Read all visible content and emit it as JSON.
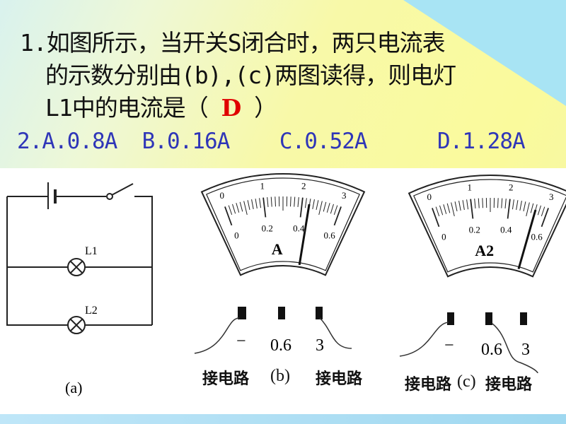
{
  "question": {
    "line1": "1.如图所示，当开关S闭合时，两只电流表",
    "line2": "的示数分别由(b),(c)两图读得，则电灯",
    "line3_pre": "L1中的电流是（ ",
    "answer": "D",
    "line3_post": " ）"
  },
  "options": {
    "line": "2.A.0.8A  B.0.16A    C.0.52A",
    "d": "D.1.28A"
  },
  "circuit": {
    "l1": "L1",
    "l2": "L2",
    "caption": "(a)"
  },
  "meter_b": {
    "upper_scale": [
      "0",
      "1",
      "2",
      "3"
    ],
    "lower_scale": [
      "0",
      "0.2",
      "0.4",
      "0.6"
    ],
    "symbol": "A",
    "pointer_fraction": 0.73,
    "terminals": [
      "−",
      "0.6",
      "3"
    ],
    "left_label": "接电路",
    "caption": "(b)",
    "right_label": "接电路"
  },
  "meter_c": {
    "upper_scale": [
      "0",
      "1",
      "2",
      "3"
    ],
    "lower_scale": [
      "0",
      "0.2",
      "0.4",
      "0.6"
    ],
    "symbol": "A2",
    "pointer_fraction": 0.9,
    "terminals": [
      "−",
      "0.6",
      "3"
    ],
    "left_label": "接电路",
    "caption": "(c)",
    "right_label": "接电路"
  }
}
